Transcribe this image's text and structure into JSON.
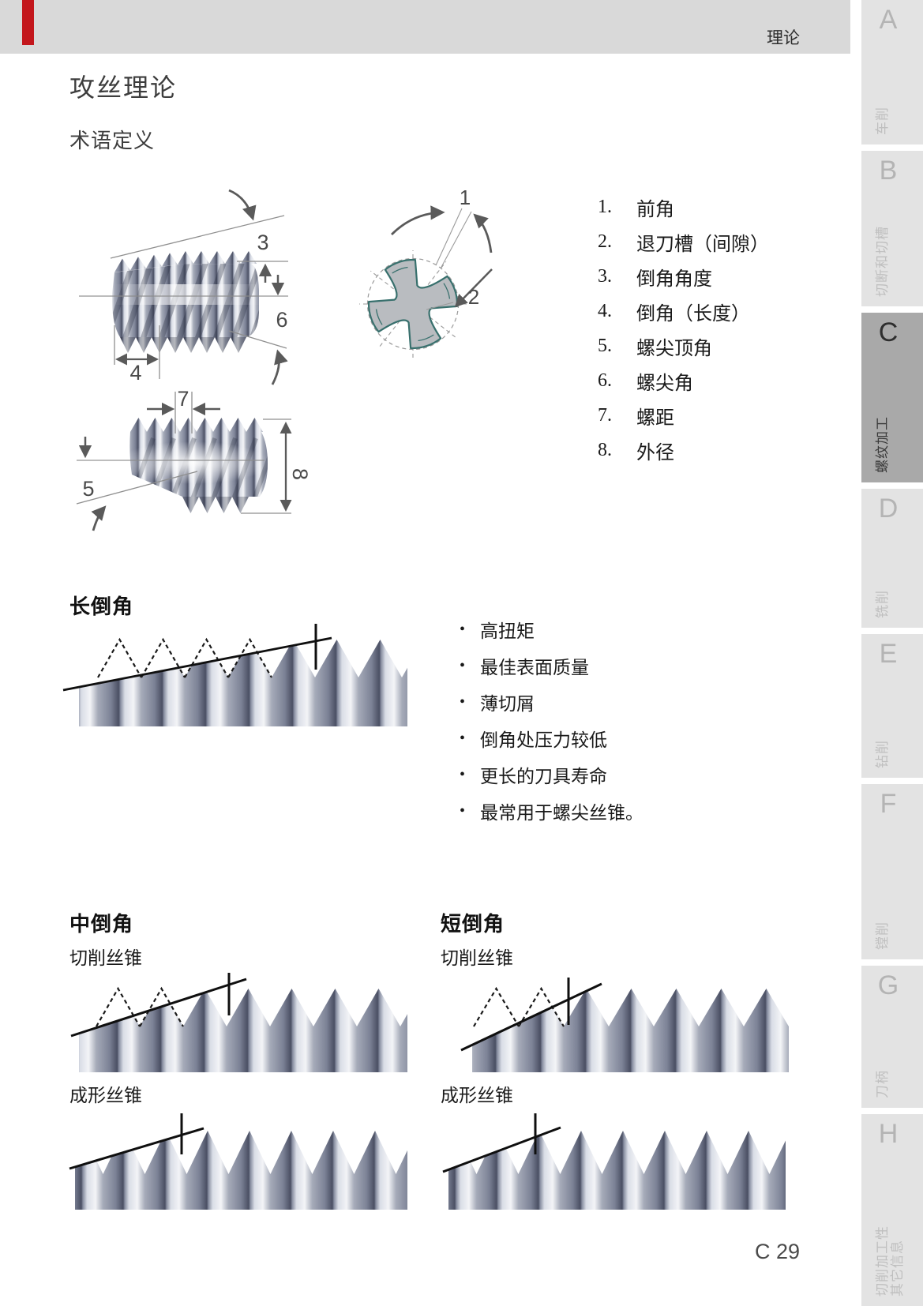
{
  "header": {
    "band_label": "理论"
  },
  "page": {
    "title": "攻丝理论",
    "subtitle": "术语定义",
    "page_number": "C 29"
  },
  "terms": [
    {
      "num": "1.",
      "label": "前角"
    },
    {
      "num": "2.",
      "label": "退刀槽（间隙）"
    },
    {
      "num": "3.",
      "label": "倒角角度"
    },
    {
      "num": "4.",
      "label": "倒角（长度）"
    },
    {
      "num": "5.",
      "label": "螺尖顶角"
    },
    {
      "num": "6.",
      "label": "螺尖角"
    },
    {
      "num": "7.",
      "label": "螺距"
    },
    {
      "num": "8.",
      "label": "外径"
    }
  ],
  "callouts": {
    "c1": "1",
    "c2": "2",
    "c3": "3",
    "c4": "4",
    "c5": "5",
    "c6": "6",
    "c7": "7",
    "c8": "8"
  },
  "sections": {
    "long": {
      "heading": "长倒角",
      "bullets": [
        "高扭矩",
        "最佳表面质量",
        "薄切屑",
        "倒角处压力较低",
        "更长的刀具寿命",
        "最常用于螺尖丝锥。"
      ]
    },
    "medium": {
      "heading": "中倒角",
      "cutting": "切削丝锥",
      "forming": "成形丝锥"
    },
    "short": {
      "heading": "短倒角",
      "cutting": "切削丝锥",
      "forming": "成形丝锥"
    }
  },
  "sidebar": [
    {
      "letter": "A",
      "label": "车削",
      "active": false
    },
    {
      "letter": "B",
      "label": "切断和切槽",
      "active": false
    },
    {
      "letter": "C",
      "label": "螺纹加工",
      "active": true
    },
    {
      "letter": "D",
      "label": "铣削",
      "active": false
    },
    {
      "letter": "E",
      "label": "钻削",
      "active": false
    },
    {
      "letter": "F",
      "label": "镗削",
      "active": false
    },
    {
      "letter": "G",
      "label": "刀柄",
      "active": false
    },
    {
      "letter": "H",
      "label": "切削加工性\n其它信息",
      "active": false
    }
  ],
  "colors": {
    "accent_red": "#c3161c",
    "band_bg": "#d9d9d9",
    "active_tab_bg": "#a9a9a9"
  }
}
